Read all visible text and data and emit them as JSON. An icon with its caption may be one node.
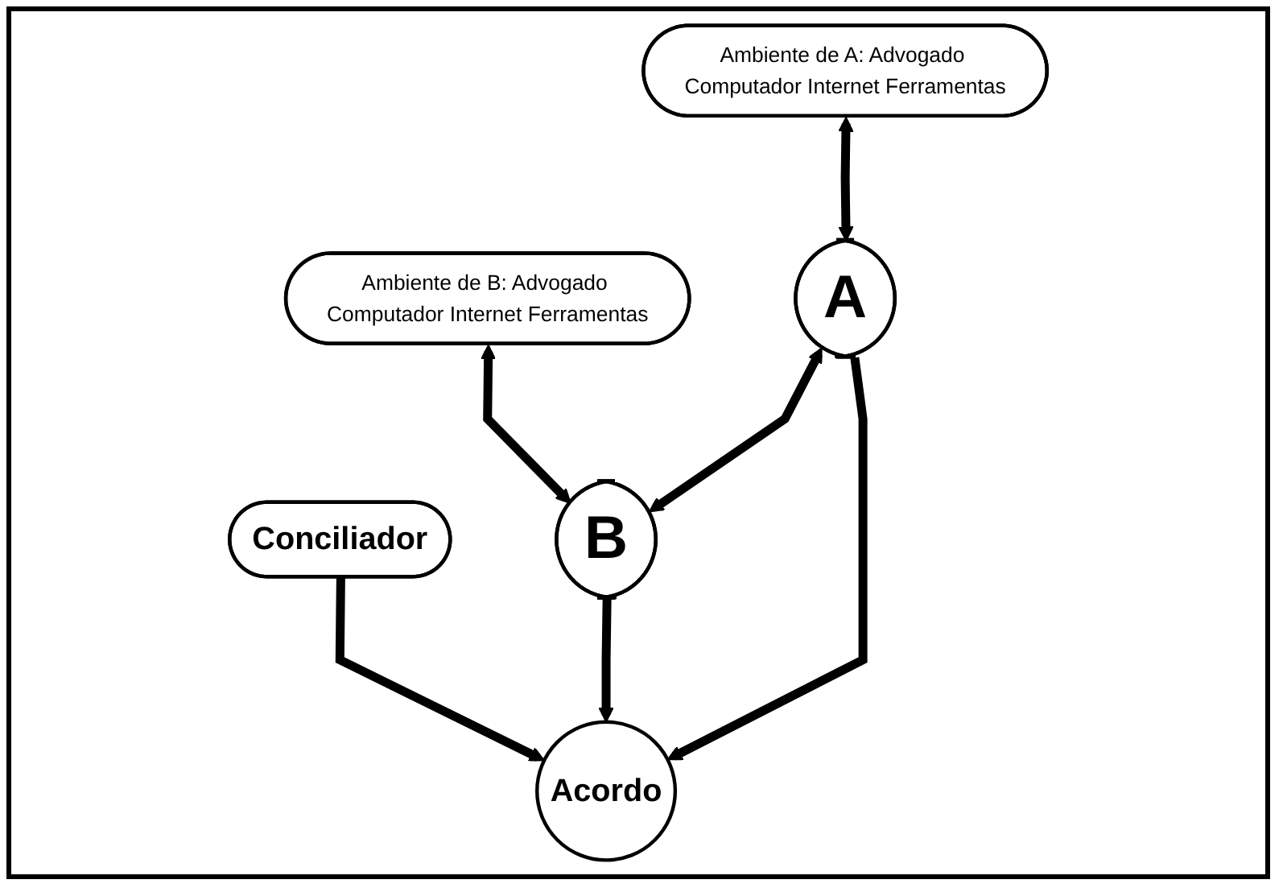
{
  "diagram": {
    "nodes": [
      {
        "text": [
          "Ambiente de A: Advogado Computador Internet Ferramentas"
        ]
      },
      {
        "text": [
          "Conciliador"
        ]
      },
      {
        "text": [
          "Ambiente de B: Advogado Computador Internet Ferramentas"
        ]
      },
      {
        "text": [
          "Acordo"
        ]
      },
      {
        "text": [
          "A"
        ]
      },
      {
        "text": [
          "B"
        ]
      }
    ],
    "edges": [
      {
        "from": 1,
        "to": 3,
        "arrow": "to"
      },
      {
        "from": 0,
        "to": 4,
        "arrow": "both"
      },
      {
        "from": 2,
        "to": 5,
        "arrow": "both"
      },
      {
        "from": 4,
        "to": 3,
        "arrow": "to"
      },
      {
        "from": 5,
        "to": 3,
        "arrow": "to"
      },
      {
        "from": 4,
        "to": 5,
        "arrow": "both"
      }
    ]
  }
}
